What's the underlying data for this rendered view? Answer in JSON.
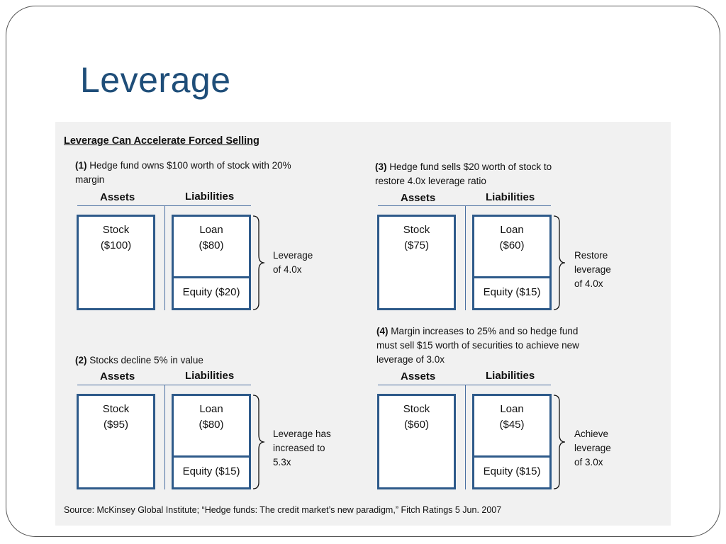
{
  "slide": {
    "title": "Leverage",
    "heading": "Leverage Can Accelerate Forced Selling",
    "source": "Source: McKinsey Global Institute; “Hedge funds: The credit market’s new paradigm,” Fitch Ratings 5 Jun. 2007",
    "assets_label": "Assets",
    "liabilities_label": "Liabilities"
  },
  "scenarios": [
    {
      "num": "(1)",
      "text": "Hedge fund owns $100 worth of stock with 20% margin",
      "stock": "Stock",
      "stock_value": "($100)",
      "loan": "Loan",
      "loan_value": "($80)",
      "equity": "Equity ($20)",
      "note": [
        "Leverage",
        "of 4.0x"
      ]
    },
    {
      "num": "(2)",
      "text": "Stocks decline 5% in value",
      "stock": "Stock",
      "stock_value": "($95)",
      "loan": "Loan",
      "loan_value": "($80)",
      "equity": "Equity ($15)",
      "note": [
        "Leverage has",
        "increased to",
        "5.3x"
      ]
    },
    {
      "num": "(3)",
      "text": "Hedge fund sells $20 worth of stock to restore 4.0x leverage ratio",
      "stock": "Stock",
      "stock_value": "($75)",
      "loan": "Loan",
      "loan_value": "($60)",
      "equity": "Equity ($15)",
      "note": [
        "Restore",
        "leverage",
        "of 4.0x"
      ]
    },
    {
      "num": "(4)",
      "text": "Margin increases to 25% and so hedge fund must sell $15 worth of securities to achieve new leverage of 3.0x",
      "stock": "Stock",
      "stock_value": "($60)",
      "loan": "Loan",
      "loan_value": "($45)",
      "equity": "Equity ($15)",
      "note": [
        "Achieve",
        "leverage",
        "of 3.0x"
      ]
    }
  ]
}
